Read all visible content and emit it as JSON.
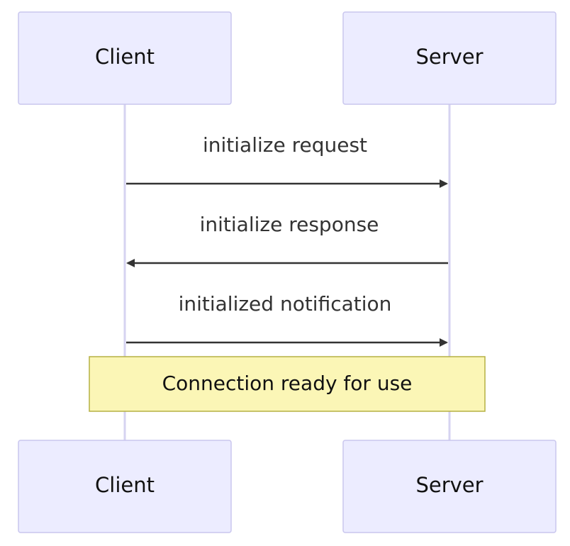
{
  "actors": {
    "client": "Client",
    "server": "Server"
  },
  "messages": [
    {
      "from": "client",
      "to": "server",
      "label": "initialize request"
    },
    {
      "from": "server",
      "to": "client",
      "label": "initialize response"
    },
    {
      "from": "client",
      "to": "server",
      "label": "initialized notification"
    }
  ],
  "note": {
    "text": "Connection ready for use"
  },
  "colors": {
    "actor_fill": "#ececff",
    "actor_stroke": "#c9c6ee",
    "note_fill": "#fbf6b6",
    "note_stroke": "#b5b043",
    "arrow": "#333333"
  }
}
